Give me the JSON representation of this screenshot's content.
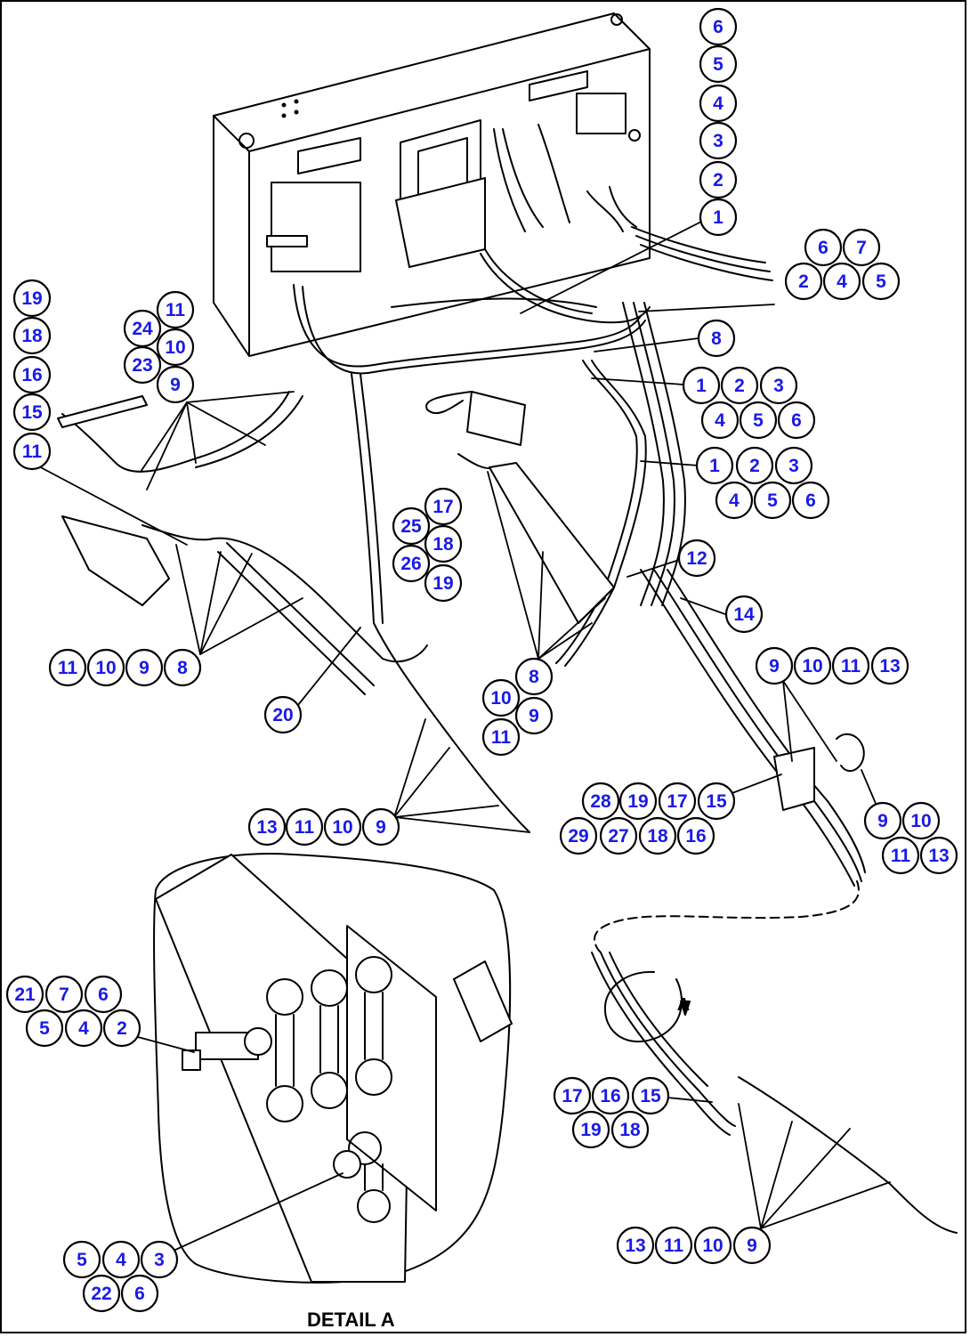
{
  "diagram": {
    "caption": "DETAIL A",
    "callout_color": "#1a1ae6",
    "detail_marker": "A",
    "callout_groups": [
      {
        "id": "top-right-column",
        "numbers": [
          "6",
          "5",
          "4",
          "3",
          "2",
          "1"
        ]
      },
      {
        "id": "upper-right-group",
        "numbers": [
          "6",
          "7",
          "2",
          "4",
          "5"
        ]
      },
      {
        "id": "top-left-column",
        "numbers": [
          "19",
          "18",
          "16",
          "15",
          "11"
        ]
      },
      {
        "id": "upper-left-pair",
        "numbers": [
          "24",
          "11",
          "10",
          "23",
          "9"
        ]
      },
      {
        "id": "wire-8-upper",
        "numbers": [
          "8"
        ]
      },
      {
        "id": "right-group-a",
        "numbers": [
          "1",
          "2",
          "3",
          "4",
          "5",
          "6"
        ]
      },
      {
        "id": "right-group-b",
        "numbers": [
          "1",
          "2",
          "3",
          "4",
          "5",
          "6"
        ]
      },
      {
        "id": "center-group",
        "numbers": [
          "17",
          "25",
          "18",
          "26",
          "19"
        ]
      },
      {
        "id": "label-12",
        "numbers": [
          "12"
        ]
      },
      {
        "id": "label-14",
        "numbers": [
          "14"
        ]
      },
      {
        "id": "left-row",
        "numbers": [
          "11",
          "10",
          "9",
          "8"
        ]
      },
      {
        "id": "center-lower-group",
        "numbers": [
          "8",
          "10",
          "9",
          "11"
        ]
      },
      {
        "id": "right-row",
        "numbers": [
          "9",
          "10",
          "11",
          "13"
        ]
      },
      {
        "id": "label-20",
        "numbers": [
          "20"
        ]
      },
      {
        "id": "lower-right-grid",
        "numbers": [
          "28",
          "19",
          "17",
          "15",
          "29",
          "27",
          "18",
          "16"
        ]
      },
      {
        "id": "right-pair",
        "numbers": [
          "9",
          "10",
          "11",
          "13"
        ]
      },
      {
        "id": "lower-center-row",
        "numbers": [
          "13",
          "11",
          "10",
          "9"
        ]
      },
      {
        "id": "detail-upper",
        "numbers": [
          "21",
          "7",
          "6",
          "5",
          "4",
          "2"
        ]
      },
      {
        "id": "lower-right-small",
        "numbers": [
          "17",
          "16",
          "15",
          "19",
          "18"
        ]
      },
      {
        "id": "bottom-right-row",
        "numbers": [
          "13",
          "11",
          "10",
          "9"
        ]
      },
      {
        "id": "detail-lower",
        "numbers": [
          "5",
          "4",
          "3",
          "22",
          "6"
        ]
      }
    ]
  }
}
